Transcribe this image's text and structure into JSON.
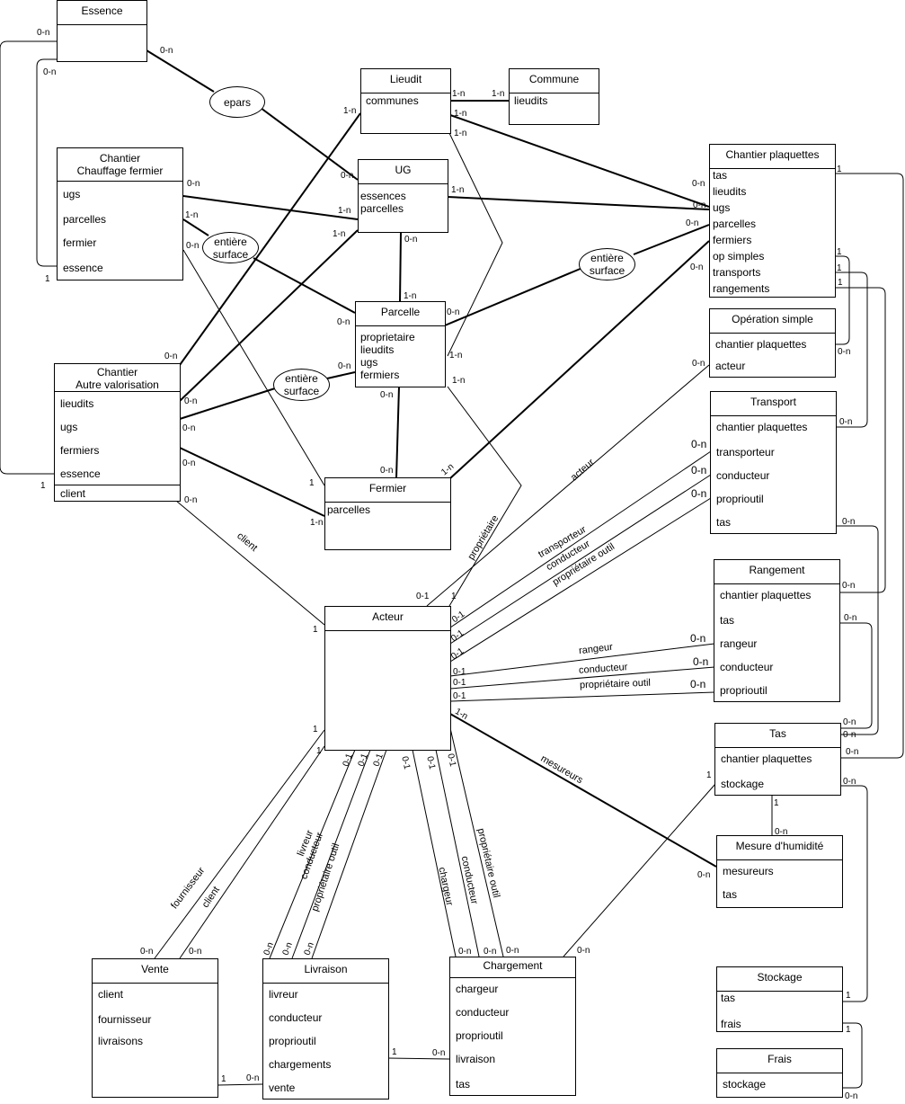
{
  "entities": {
    "essence": {
      "title": "Essence",
      "attrs": []
    },
    "lieudit": {
      "title": "Lieudit",
      "attrs": [
        "communes"
      ]
    },
    "commune": {
      "title": "Commune",
      "attrs": [
        "lieudits"
      ]
    },
    "ug": {
      "title": "UG",
      "attrs": [
        "essences",
        "parcelles"
      ]
    },
    "chantier_chauffage": {
      "title": "Chantier\nChauffage fermier",
      "attrs": [
        "ugs",
        "parcelles",
        "fermier",
        "essence"
      ]
    },
    "chantier_plaquettes": {
      "title": "Chantier plaquettes",
      "attrs": [
        "tas",
        "lieudits",
        "ugs",
        "parcelles",
        "fermiers",
        "op simples",
        "transports",
        "rangements"
      ]
    },
    "parcelle": {
      "title": "Parcelle",
      "attrs": [
        "proprietaire",
        "lieudits",
        "ugs",
        "fermiers"
      ]
    },
    "chantier_autre": {
      "title": "Chantier\nAutre valorisation",
      "attrs": [
        "lieudits",
        "ugs",
        "fermiers",
        "essence",
        "client"
      ]
    },
    "operation_simple": {
      "title": "Opération simple",
      "attrs": [
        "chantier plaquettes",
        "acteur"
      ]
    },
    "transport": {
      "title": "Transport",
      "attrs": [
        "chantier plaquettes",
        "transporteur",
        "conducteur",
        "proprioutil",
        "tas"
      ]
    },
    "fermier": {
      "title": "Fermier",
      "attrs": [
        "parcelles"
      ]
    },
    "acteur": {
      "title": "Acteur",
      "attrs": []
    },
    "rangement": {
      "title": "Rangement",
      "attrs": [
        "chantier plaquettes",
        "tas",
        "rangeur",
        "conducteur",
        "proprioutil"
      ]
    },
    "tas": {
      "title": "Tas",
      "attrs": [
        "chantier plaquettes",
        "stockage"
      ]
    },
    "mesure": {
      "title": "Mesure d'humidité",
      "attrs": [
        "mesureurs",
        "tas"
      ]
    },
    "vente": {
      "title": "Vente",
      "attrs": [
        "client",
        "fournisseur",
        "livraisons"
      ]
    },
    "livraison": {
      "title": "Livraison",
      "attrs": [
        "livreur",
        "conducteur",
        "proprioutil",
        "chargements",
        "vente"
      ]
    },
    "chargement": {
      "title": "Chargement",
      "attrs": [
        "chargeur",
        "conducteur",
        "proprioutil",
        "livraison",
        "tas"
      ]
    },
    "stockage": {
      "title": "Stockage",
      "attrs": [
        "tas",
        "frais"
      ]
    },
    "frais": {
      "title": "Frais",
      "attrs": [
        "stockage"
      ]
    }
  },
  "associations": {
    "epars": "epars",
    "surface_1": "entière\nsurface",
    "surface_2": "entière\nsurface",
    "surface_3": "entière\nsurface"
  },
  "edge_labels": {
    "acteur": "acteur",
    "client_1": "client",
    "proprietaire": "propriétaire",
    "transporteur": "transporteur",
    "conducteur_t": "conducteur",
    "proprio_outil_t": "propriétaire outil",
    "rangeur": "rangeur",
    "conducteur_r": "conducteur",
    "proprio_outil_r": "propriétaire outil",
    "mesureurs": "mesureurs",
    "fournisseur": "fournisseur",
    "client_2": "client",
    "livreur": "livreur",
    "conducteur_l": "conducteur",
    "proprio_outil_l": "propriétaire outil",
    "chargeur": "chargeur",
    "conducteur_c": "conducteur",
    "proprio_outil_c": "propriétaire outil"
  },
  "cardinalities": [
    "0-n",
    "1-n",
    "1",
    "0-1"
  ]
}
